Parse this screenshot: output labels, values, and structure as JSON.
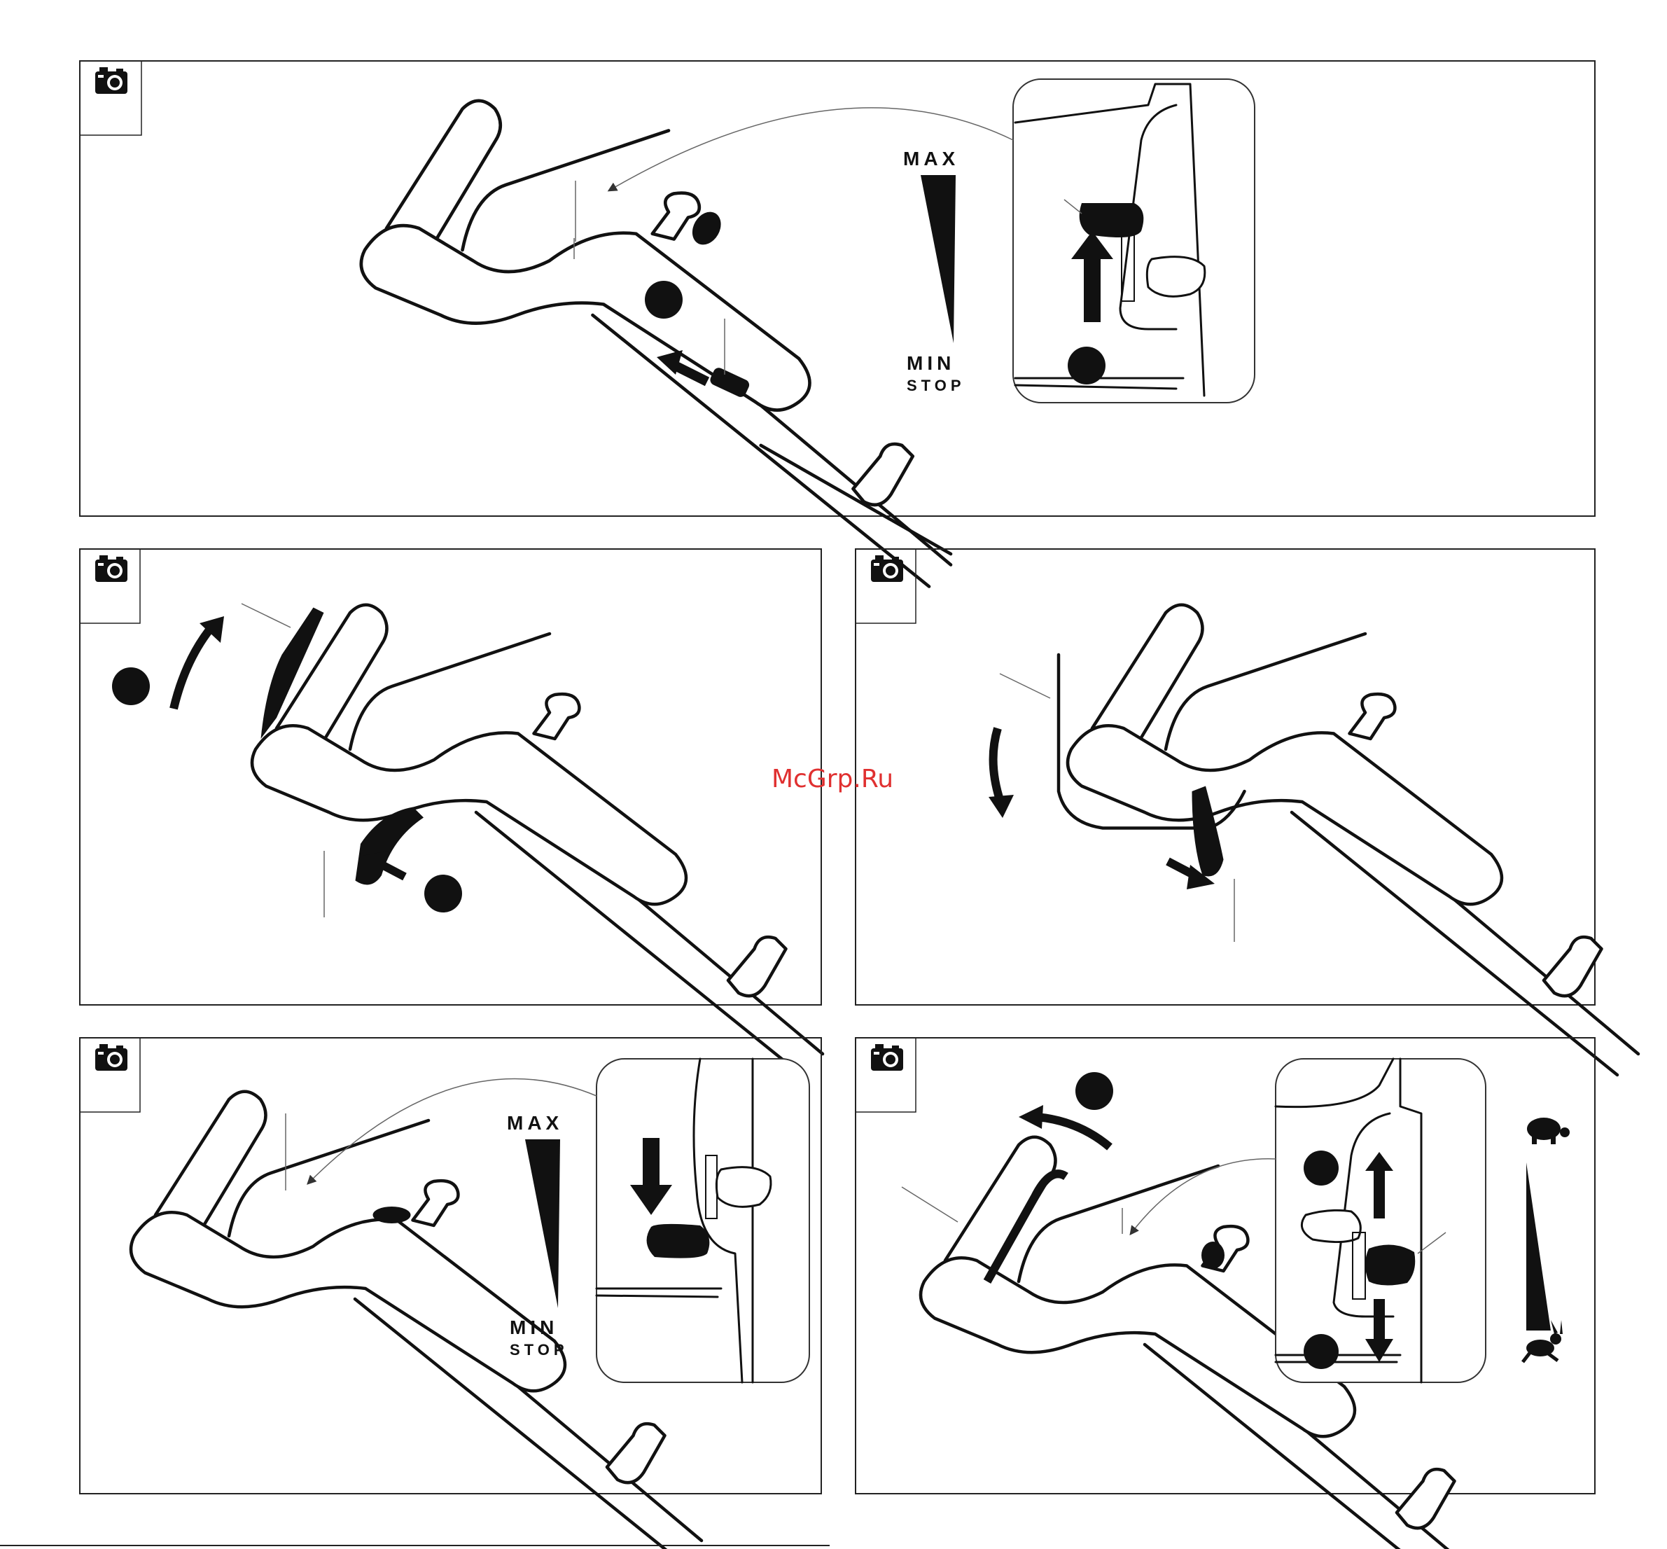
{
  "watermark": "McGrp.Ru",
  "panel1": {
    "max_label": "MAX",
    "min_label": "MIN",
    "stop_label": "STOP"
  },
  "panel4": {
    "max_label": "MAX",
    "min_label": "MIN",
    "stop_label": "STOP"
  },
  "panel5": {
    "slow_icon": "turtle-icon",
    "fast_icon": "rabbit-icon"
  },
  "icons": {
    "panel_icon": "camera-icon"
  },
  "colors": {
    "ink": "#111111",
    "watermark": "#e03030"
  }
}
